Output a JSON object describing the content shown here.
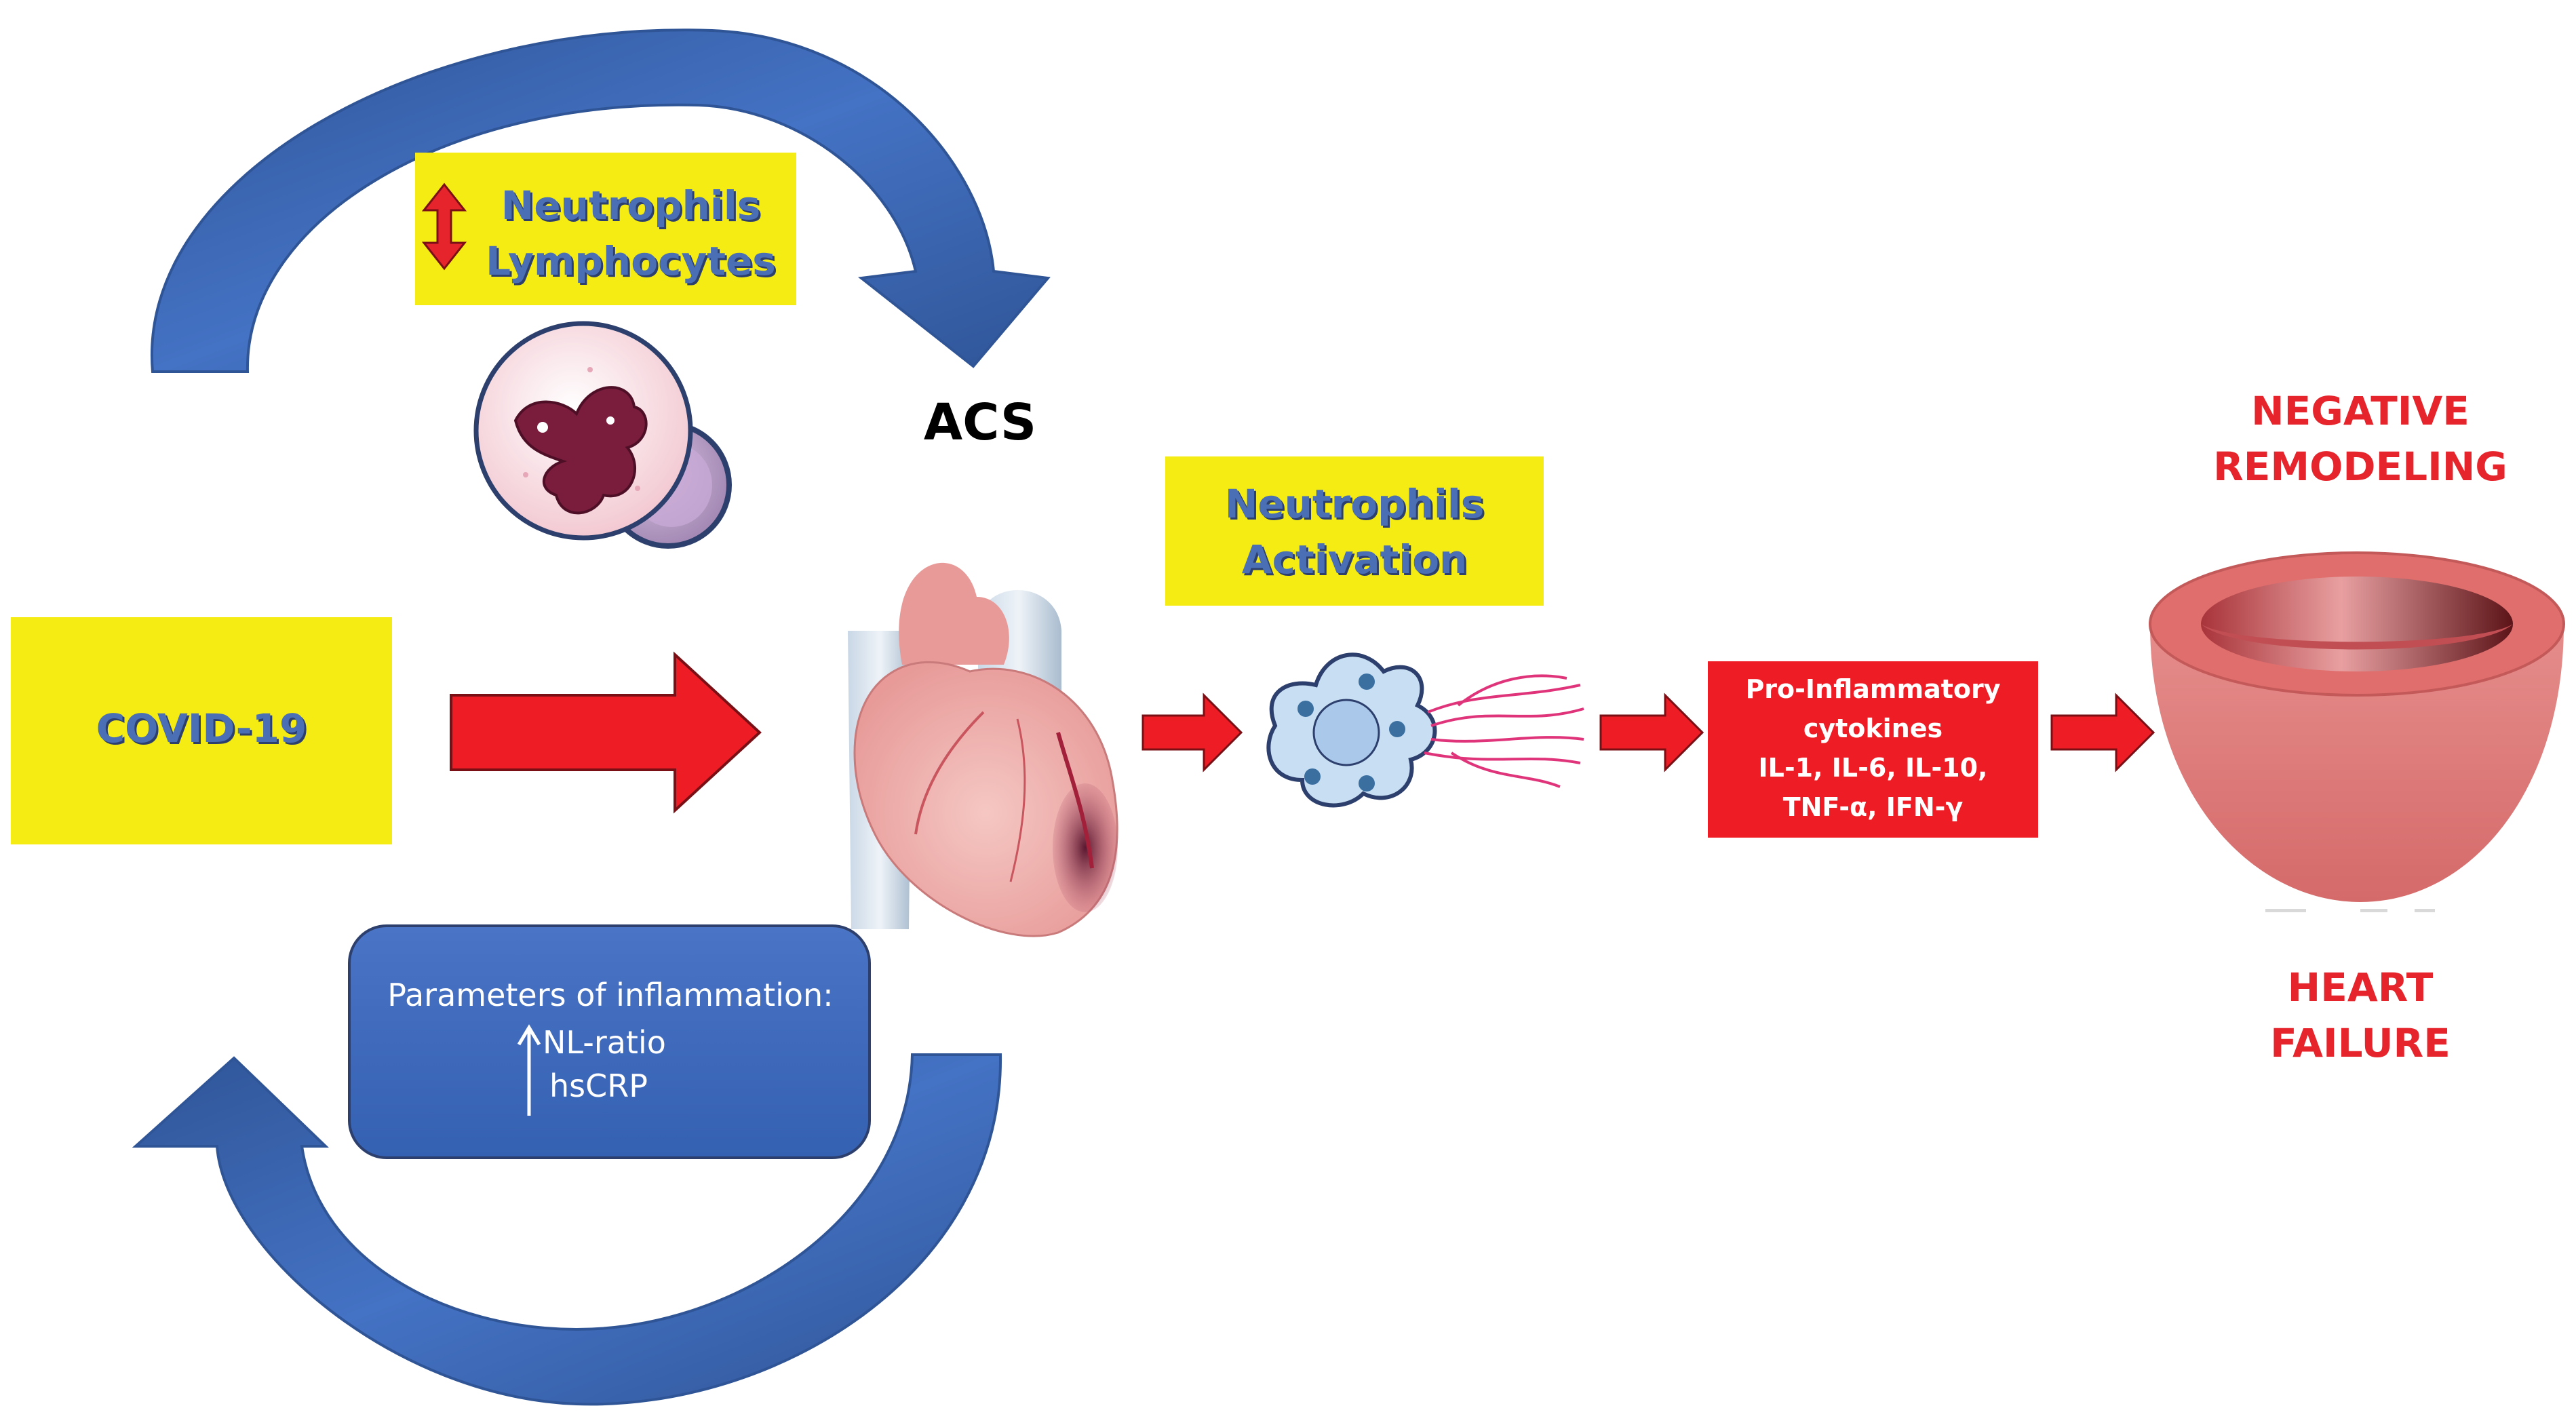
{
  "covid": {
    "label": "COVID-19"
  },
  "top_box": {
    "line1": "Neutrophils",
    "line2": "Lymphocytes"
  },
  "acs": {
    "label": "ACS"
  },
  "activation_box": {
    "line1": "Neutrophils",
    "line2": "Activation"
  },
  "cytokines_box": {
    "line1": "Pro-Inflammatory",
    "line2": "cytokines",
    "line3": "IL-1, IL-6, IL-10,",
    "line4": "TNF-α, IFN-γ"
  },
  "inflammation_box": {
    "title": "Parameters of inflammation:",
    "item1": "NL-ratio",
    "item2": "hsCRP"
  },
  "outcome_top": {
    "line1": "NEGATIVE",
    "line2": "REMODELING"
  },
  "outcome_bottom": {
    "line1": "HEART",
    "line2": "FAILURE"
  },
  "colors": {
    "yellow_box": "#f4ec13",
    "arrow_red": "#ee1c24",
    "cycle_blue": "#4472c4",
    "label_blue": "#4a6fb5",
    "outcome_red": "#e5242b"
  },
  "icons": [
    "neutrophil-cell-icon",
    "heart-icon",
    "activated-neutrophil-icon",
    "ventricle-bowl-icon",
    "double-arrow-icon",
    "up-arrow-icon"
  ]
}
